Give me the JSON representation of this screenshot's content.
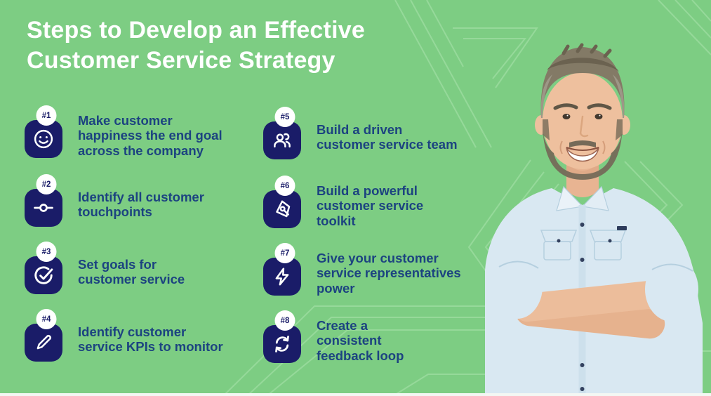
{
  "title": {
    "line1": "Steps to Develop an Effective",
    "line2": "Customer Service Strategy"
  },
  "steps": [
    {
      "number": "#1",
      "icon": "smiley-face-icon",
      "text": "Make customer happiness the end goal across the company"
    },
    {
      "number": "#2",
      "icon": "touchpoint-node-icon",
      "text": "Identify all customer touchpoints"
    },
    {
      "number": "#3",
      "icon": "check-circle-icon",
      "text": "Set goals for customer service"
    },
    {
      "number": "#4",
      "icon": "pencil-icon",
      "text": "Identify customer service KPIs to monitor"
    },
    {
      "number": "#5",
      "icon": "team-icon",
      "text": "Build a driven customer service team"
    },
    {
      "number": "#6",
      "icon": "pen-tool-icon",
      "text": "Build a powerful customer service toolkit"
    },
    {
      "number": "#7",
      "icon": "lightning-bolt-icon",
      "text": "Give your customer service representatives power"
    },
    {
      "number": "#8",
      "icon": "refresh-loop-icon",
      "text": "Create a consistent feedback loop"
    }
  ],
  "illustration": {
    "name": "smiling-man-crossed-arms-light-blue-shirt"
  },
  "colors": {
    "background_green": "#7dcd83",
    "pattern_line_green": "#9bdc9f",
    "icon_navy": "#1a1c68",
    "step_text_blue": "#1c4380",
    "title_white": "#ffffff",
    "shirt_light_blue": "#d9e8f2",
    "skin": "#ecbd9b"
  }
}
